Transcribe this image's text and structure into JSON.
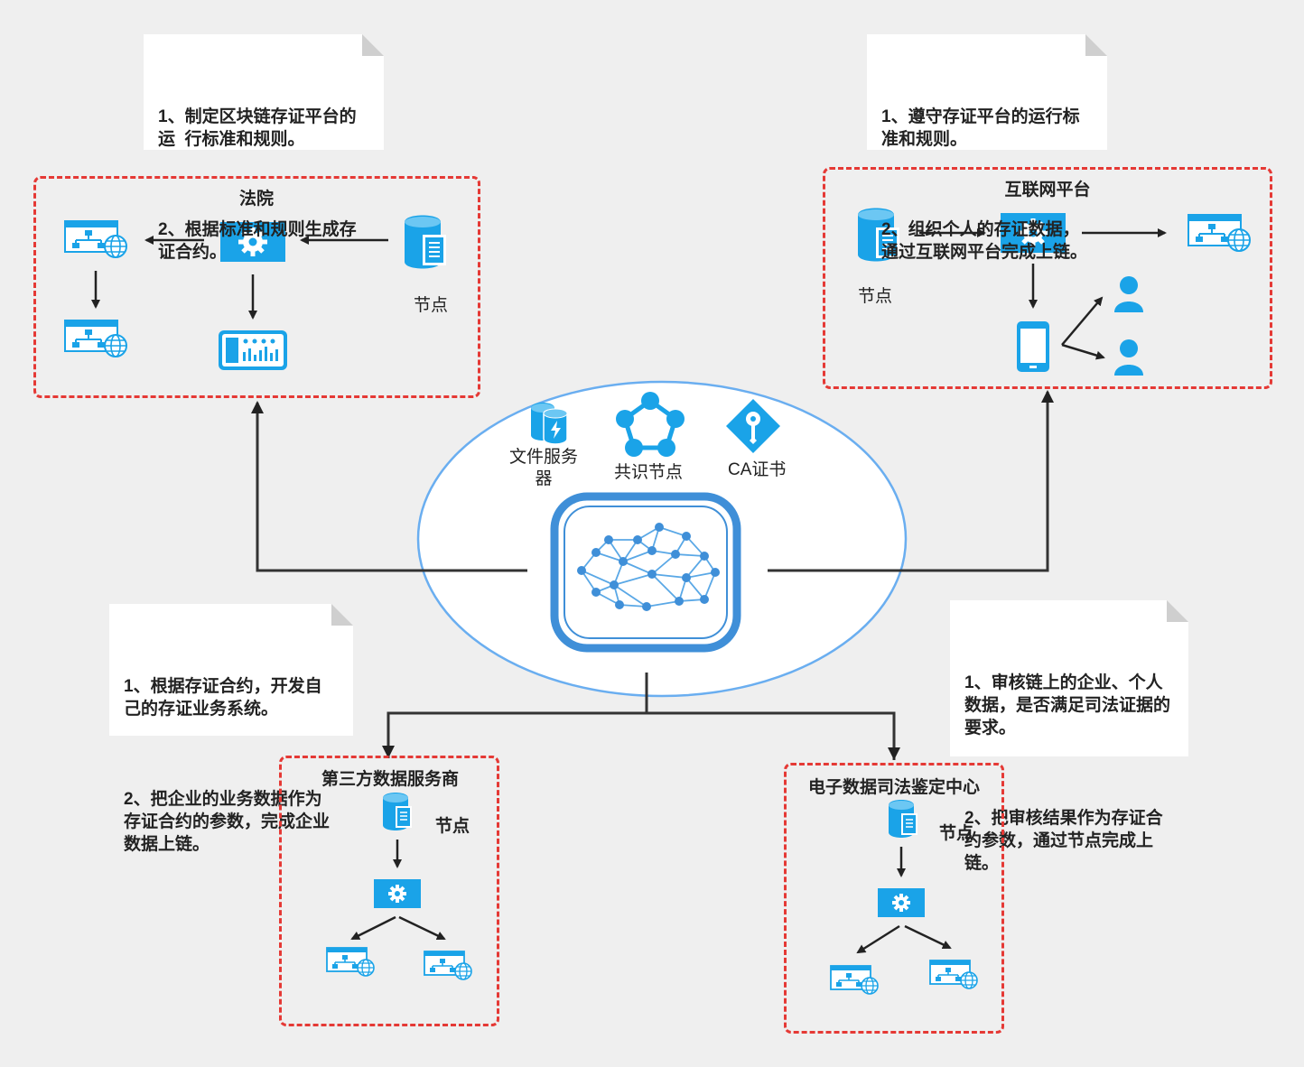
{
  "notes": {
    "court": {
      "line1": "1、制定区块链存证平台的运  行标准和规则。",
      "line2": "2、根据标准和规则生成存证合约。"
    },
    "internet": {
      "line1": "1、遵守存证平台的运行标准和规则。",
      "line2": "2、组织个人的存证数据，通过互联网平台完成上链。"
    },
    "third_party": {
      "line1": "1、根据存证合约，开发自己的存证业务系统。",
      "line2": "2、把企业的业务数据作为存证合约的参数，完成企业数据上链。"
    },
    "forensic": {
      "line1": "1、审核链上的企业、个人数据，是否满足司法证据的要求。",
      "line2": "2、把审核结果作为存证合约参数，通过节点完成上链。"
    }
  },
  "zones": {
    "court": {
      "title": "法院",
      "node_label": "节点"
    },
    "internet": {
      "title": "互联网平台",
      "node_label": "节点"
    },
    "third_party": {
      "title": "第三方数据服务商",
      "node_label": "节点"
    },
    "forensic": {
      "title": "电子数据司法鉴定中心",
      "node_label": "节点"
    }
  },
  "center": {
    "file_server": "文件服务器",
    "consensus_node": "共识节点",
    "ca_cert": "CA证书"
  },
  "icons": [
    "web-app-icon",
    "gear-server-icon",
    "database-node-icon",
    "dashboard-icon",
    "mobile-phone-icon",
    "user-icon",
    "consensus-node-icon",
    "ca-certificate-icon",
    "file-server-icon",
    "blockchain-network-icon"
  ],
  "colors": {
    "accent": "#1aa3e8",
    "zone_border": "#e53935",
    "ellipse": "#6aaef0",
    "background": "#efefef"
  }
}
